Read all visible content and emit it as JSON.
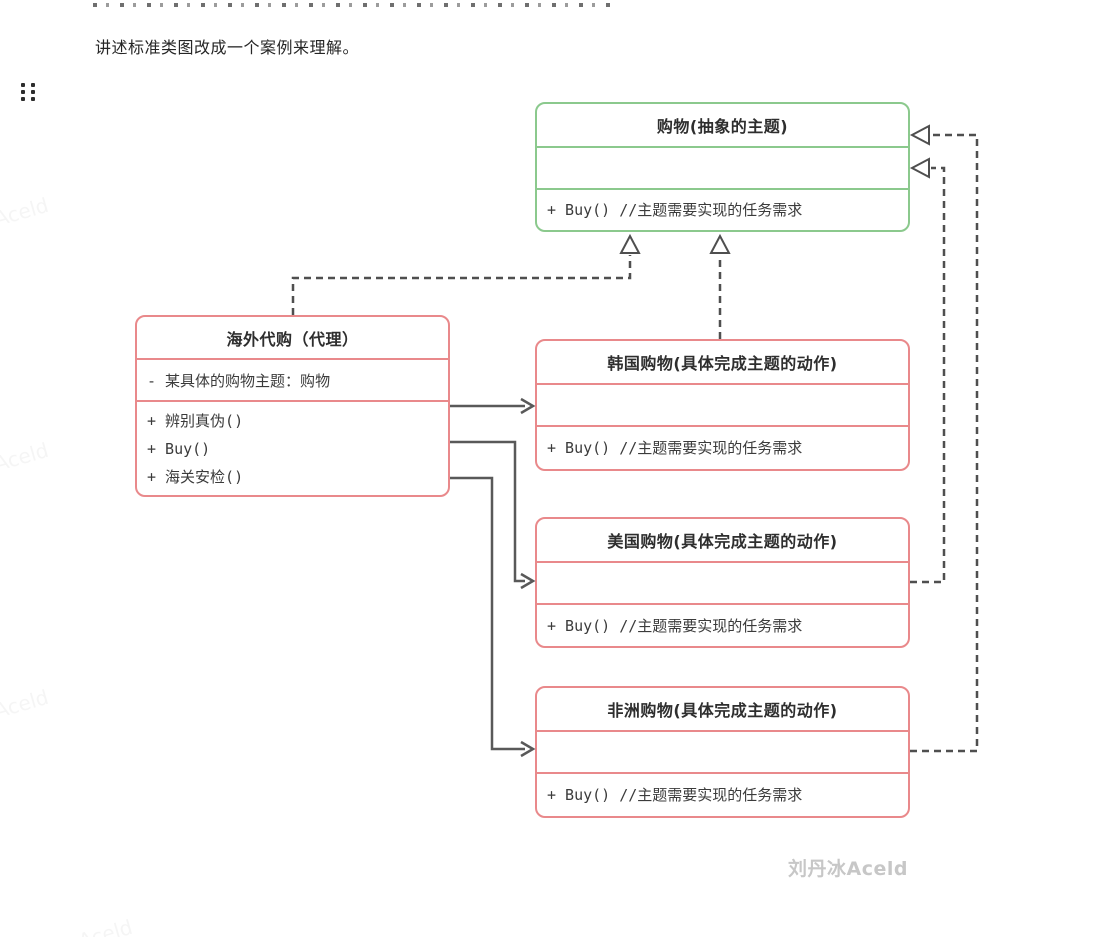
{
  "page": {
    "intro_text": "讲述标准类图改成一个案例来理解。",
    "watermark": "刘丹冰Aceld",
    "watermark_faint": "Aceld"
  },
  "colors": {
    "abstract_accent": "#8bc98d",
    "concrete_accent": "#e9898b",
    "connector": "#595959",
    "watermark": "#c7c7c7"
  },
  "diagram": {
    "classes": [
      {
        "role": "abstract-subject",
        "title": "购物(抽象的主题)",
        "attribute": "",
        "methods": [
          "+ Buy() //主题需要实现的任务需求"
        ]
      },
      {
        "role": "proxy",
        "title": "海外代购（代理）",
        "attribute": "- 某具体的购物主题：购物",
        "methods": [
          "+ 辨别真伪()",
          "+ Buy()",
          "+ 海关安检()"
        ]
      },
      {
        "role": "concrete-subject",
        "title": "韩国购物(具体完成主题的动作)",
        "attribute": "",
        "methods": [
          "+ Buy() //主题需要实现的任务需求"
        ]
      },
      {
        "role": "concrete-subject",
        "title": "美国购物(具体完成主题的动作)",
        "attribute": "",
        "methods": [
          "+ Buy() //主题需要实现的任务需求"
        ]
      },
      {
        "role": "concrete-subject",
        "title": "非洲购物(具体完成主题的动作)",
        "attribute": "",
        "methods": [
          "+ Buy() //主题需要实现的任务需求"
        ]
      }
    ],
    "relations": [
      {
        "from": "海外代购（代理）",
        "to": "购物(抽象的主题)",
        "type": "dashed-hollow-arrow"
      },
      {
        "from": "韩国购物(具体完成主题的动作)",
        "to": "购物(抽象的主题)",
        "type": "dashed-hollow-arrow"
      },
      {
        "from": "美国购物(具体完成主题的动作)",
        "to": "购物(抽象的主题)",
        "type": "dashed-hollow-arrow"
      },
      {
        "from": "非洲购物(具体完成主题的动作)",
        "to": "购物(抽象的主题)",
        "type": "dashed-hollow-arrow"
      },
      {
        "from": "海外代购（代理）",
        "to": "韩国购物(具体完成主题的动作)",
        "type": "solid-arrow"
      },
      {
        "from": "海外代购（代理）",
        "to": "美国购物(具体完成主题的动作)",
        "type": "solid-arrow"
      },
      {
        "from": "海外代购（代理）",
        "to": "非洲购物(具体完成主题的动作)",
        "type": "solid-arrow"
      }
    ]
  }
}
